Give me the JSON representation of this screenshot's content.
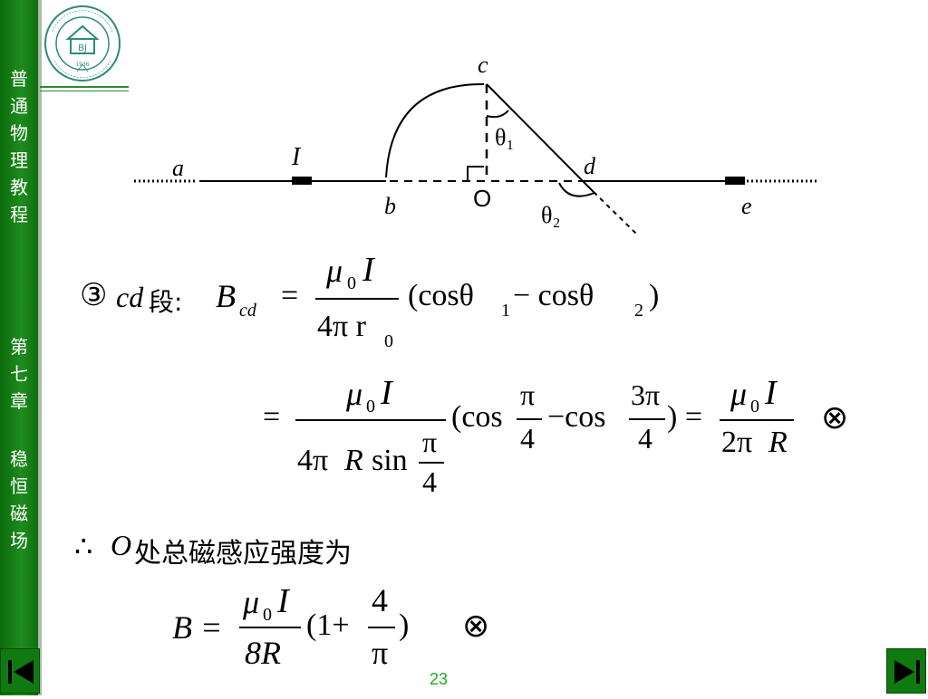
{
  "sidebar": {
    "course_title_chars": [
      "普",
      "通",
      "物",
      "理",
      "教",
      "程"
    ],
    "chapter_chars": [
      "第",
      "七",
      "章"
    ],
    "topic_chars": [
      "稳",
      "恒",
      "磁",
      "场"
    ],
    "accent": "#1e8c1e"
  },
  "logo": {
    "caption": "BJ",
    "year": "1936"
  },
  "diagram": {
    "labels": {
      "a": "a",
      "I": "I",
      "b": "b",
      "c": "c",
      "O": "O",
      "d": "d",
      "e": "e",
      "theta1": "θ₁",
      "theta2": "θ₂"
    }
  },
  "eq1": {
    "prefix": "③",
    "seg_var": "cd",
    "seg_text": "段:",
    "lhs": "B",
    "lhs_sub": "cd",
    "eq": "=",
    "num_mu": "μ",
    "num_sub": "0",
    "num_I": "I",
    "den": "4π r",
    "den_sub": "0",
    "paren": "(cosθ",
    "sub1": "1",
    "minus": " − cosθ",
    "sub2": "2",
    "close": ")"
  },
  "eq2": {
    "eq": "=",
    "num_mu": "μ",
    "num_sub": "0",
    "num_I": "I",
    "den_a": "4π",
    "den_R": "R",
    "den_sin": "sin",
    "den_pi": "π",
    "den_4": "4",
    "cos1": "(cos",
    "pi": "π",
    "four": "4",
    "cos2": "−cos",
    "threepi": "3π",
    "close_eq": ") =",
    "res_den_a": "2π",
    "res_den_R": "R",
    "otimes": "⊗"
  },
  "conclusion": {
    "therefore": "∴",
    "O": "O",
    "text": "处总磁感应强度为"
  },
  "eq3": {
    "lhs": "B =",
    "num_mu": "μ",
    "num_sub": "0",
    "num_I": "I",
    "den": "8R",
    "paren_open": "(1+",
    "num4": "4",
    "den_pi": "π",
    "paren_close": ")",
    "otimes": "⊗"
  },
  "footer": {
    "page": "23"
  }
}
